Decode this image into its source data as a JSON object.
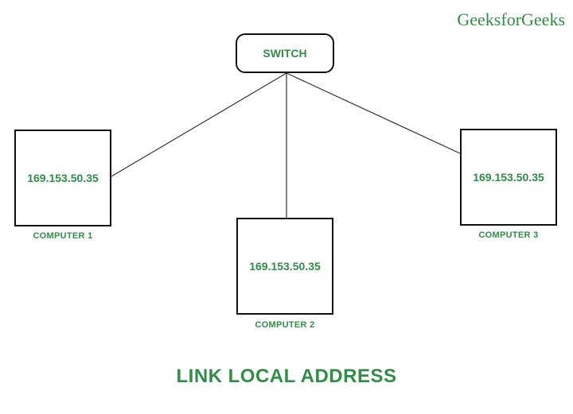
{
  "brand": "GeeksforGeeks",
  "switch": {
    "label": "SWITCH"
  },
  "computers": [
    {
      "ip": "169.153.50.35",
      "label": "COMPUTER 1"
    },
    {
      "ip": "169.153.50.35",
      "label": "COMPUTER 2"
    },
    {
      "ip": "169.153.50.35",
      "label": "COMPUTER 3"
    }
  ],
  "title": "LINK LOCAL ADDRESS",
  "colors": {
    "accent": "#2f8d46",
    "line": "#333333",
    "border": "#111111"
  }
}
